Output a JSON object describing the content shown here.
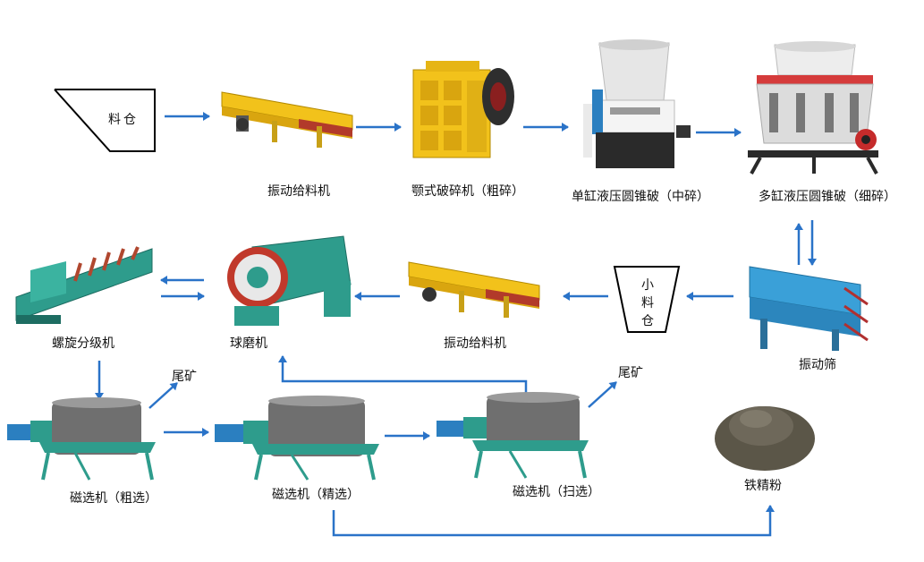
{
  "colors": {
    "arrow": "#2a73c8",
    "accent_yellow": "#f2c21b",
    "machine_teal": "#2b9ca6",
    "drum_gray": "#6f6f6f",
    "bin_line": "#000000"
  },
  "bin": {
    "label": "料仓"
  },
  "small_bin": {
    "chars": [
      "小",
      "料",
      "仓"
    ]
  },
  "stages": {
    "feeder1": "振动给料机",
    "jaw": "颚式破碎机（粗碎）",
    "cone_single": "单缸液压圆锥破（中碎）",
    "cone_multi": "多缸液压圆锥破（细碎）",
    "screen": "振动筛",
    "feeder2": "振动给料机",
    "ball_mill": "球磨机",
    "classifier": "螺旋分级机",
    "mag_rough": "磁选机（粗选）",
    "mag_clean": "磁选机（精选）",
    "mag_scav": "磁选机（扫选）",
    "concentrate": "铁精粉"
  },
  "tailings": {
    "left": "尾矿",
    "right": "尾矿"
  },
  "icons": [
    "feeder-icon",
    "jaw-crusher-icon",
    "cone-crusher-icon",
    "vibrating-screen-icon",
    "ball-mill-icon",
    "spiral-classifier-icon",
    "magnetic-separator-icon",
    "iron-powder-icon"
  ]
}
